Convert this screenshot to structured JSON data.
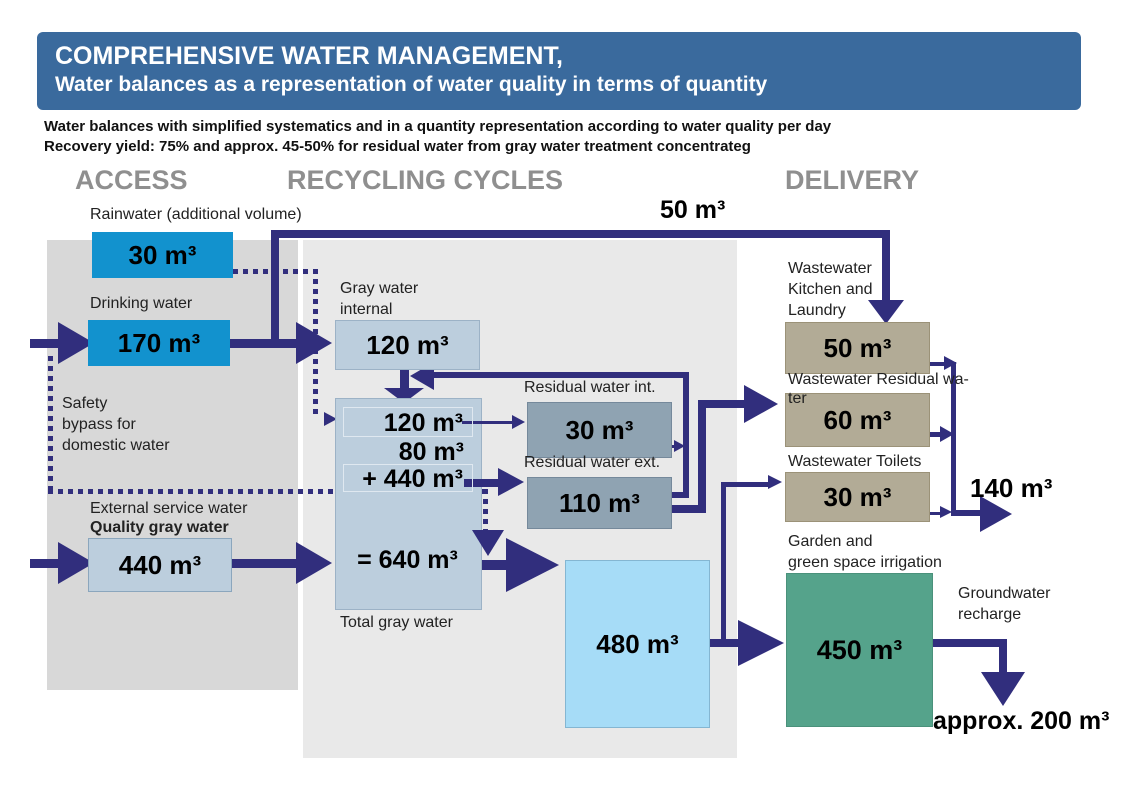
{
  "header": {
    "line1": "COMPREHENSIVE WATER MANAGEMENT,",
    "line2": "Water balances as a representation of water quality in terms of quantity"
  },
  "subtitle": {
    "line1": "Water balances with simplified systematics and in a quantity representation according to water quality per day",
    "line2": "Recovery yield: 75% and approx. 45-50% for residual water from gray water treatment concentrateg"
  },
  "columns": {
    "access": "ACCESS",
    "recycling": "RECYCLING CYCLES",
    "delivery": "DELIVERY"
  },
  "nodes": {
    "rainwater": {
      "label": "Rainwater (additional volume)",
      "value": "30 m³"
    },
    "drinking": {
      "label": "Drinking water",
      "value": "170 m³"
    },
    "safety_bypass": {
      "label": "Safety\nbypass for\ndomestic water"
    },
    "external": {
      "label1": "External service water",
      "label2": "Quality gray water",
      "value": "440 m³"
    },
    "gray_internal": {
      "label": "Gray water\ninternal",
      "value": "120 m³"
    },
    "gray_total": {
      "rows": [
        "120 m³",
        "80 m³",
        "+ 440 m³"
      ],
      "total": "= 640 m³",
      "caption": "Total gray water"
    },
    "residual_int": {
      "label": "Residual water int.",
      "value": "30 m³"
    },
    "residual_ext": {
      "label": "Residual water ext.",
      "value": "110 m³"
    },
    "treated": {
      "value": "480 m³"
    },
    "ww_kitchen": {
      "label": "Wastewater\nKitchen and\nLaundry",
      "value": "50 m³"
    },
    "ww_residual": {
      "label": "Wastewater Residual wa-\nter",
      "value": "60 m³"
    },
    "ww_toilets": {
      "label": "Wastewater Toilets",
      "value": "30 m³"
    },
    "garden": {
      "label": "Garden and\ngreen space irrigation",
      "value": "450 m³"
    },
    "groundwater": {
      "label": "Groundwater\nrecharge",
      "value": "approx. 200 m³"
    }
  },
  "flows": {
    "recovered_top": "50 m³",
    "sewer_total": "140 m³"
  },
  "colors": {
    "navy": "#312e7d",
    "bright_blue": "#1292ce",
    "light_blue": "#bccedd",
    "gray_blue": "#8fa3b2",
    "tan": "#b2ab96",
    "green": "#55a38b",
    "sky": "#a6dcf7",
    "header_bg": "#3a6a9d"
  }
}
